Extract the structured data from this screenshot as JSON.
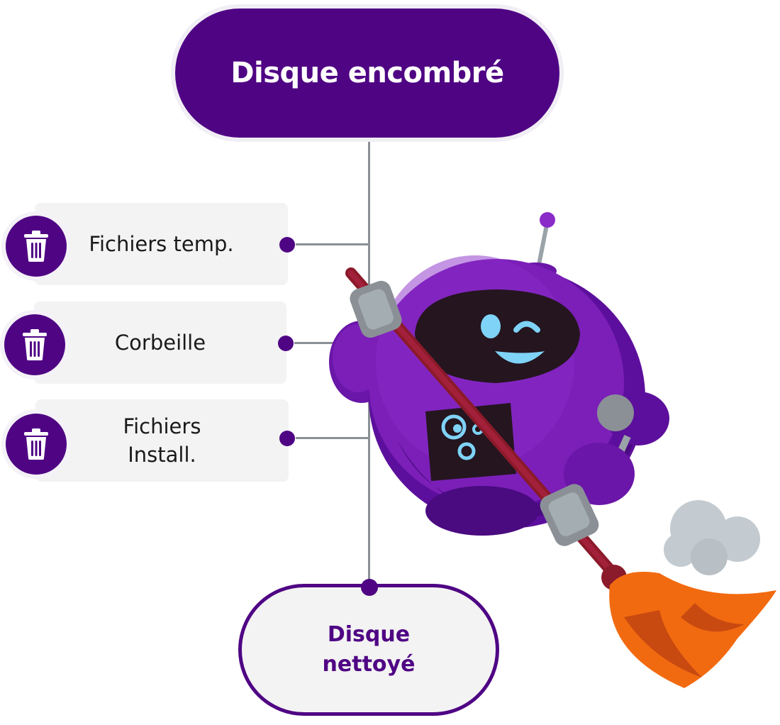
{
  "top_node": {
    "label": "Disque encombré"
  },
  "steps": [
    {
      "label": "Fichiers temp.",
      "icon": "trash-icon"
    },
    {
      "label": "Corbeille",
      "icon": "trash-icon"
    },
    {
      "label": "Fichiers\nInstall.",
      "icon": "trash-icon"
    }
  ],
  "bottom_node": {
    "label": "Disque\nnettoyé"
  },
  "colors": {
    "primary_purple": "#4f0484",
    "card_gray": "#f3f3f3",
    "connector_gray": "#8a9096",
    "broom_orange": "#f26a10"
  },
  "illustration": {
    "name": "cleaning-robot-illustration"
  }
}
